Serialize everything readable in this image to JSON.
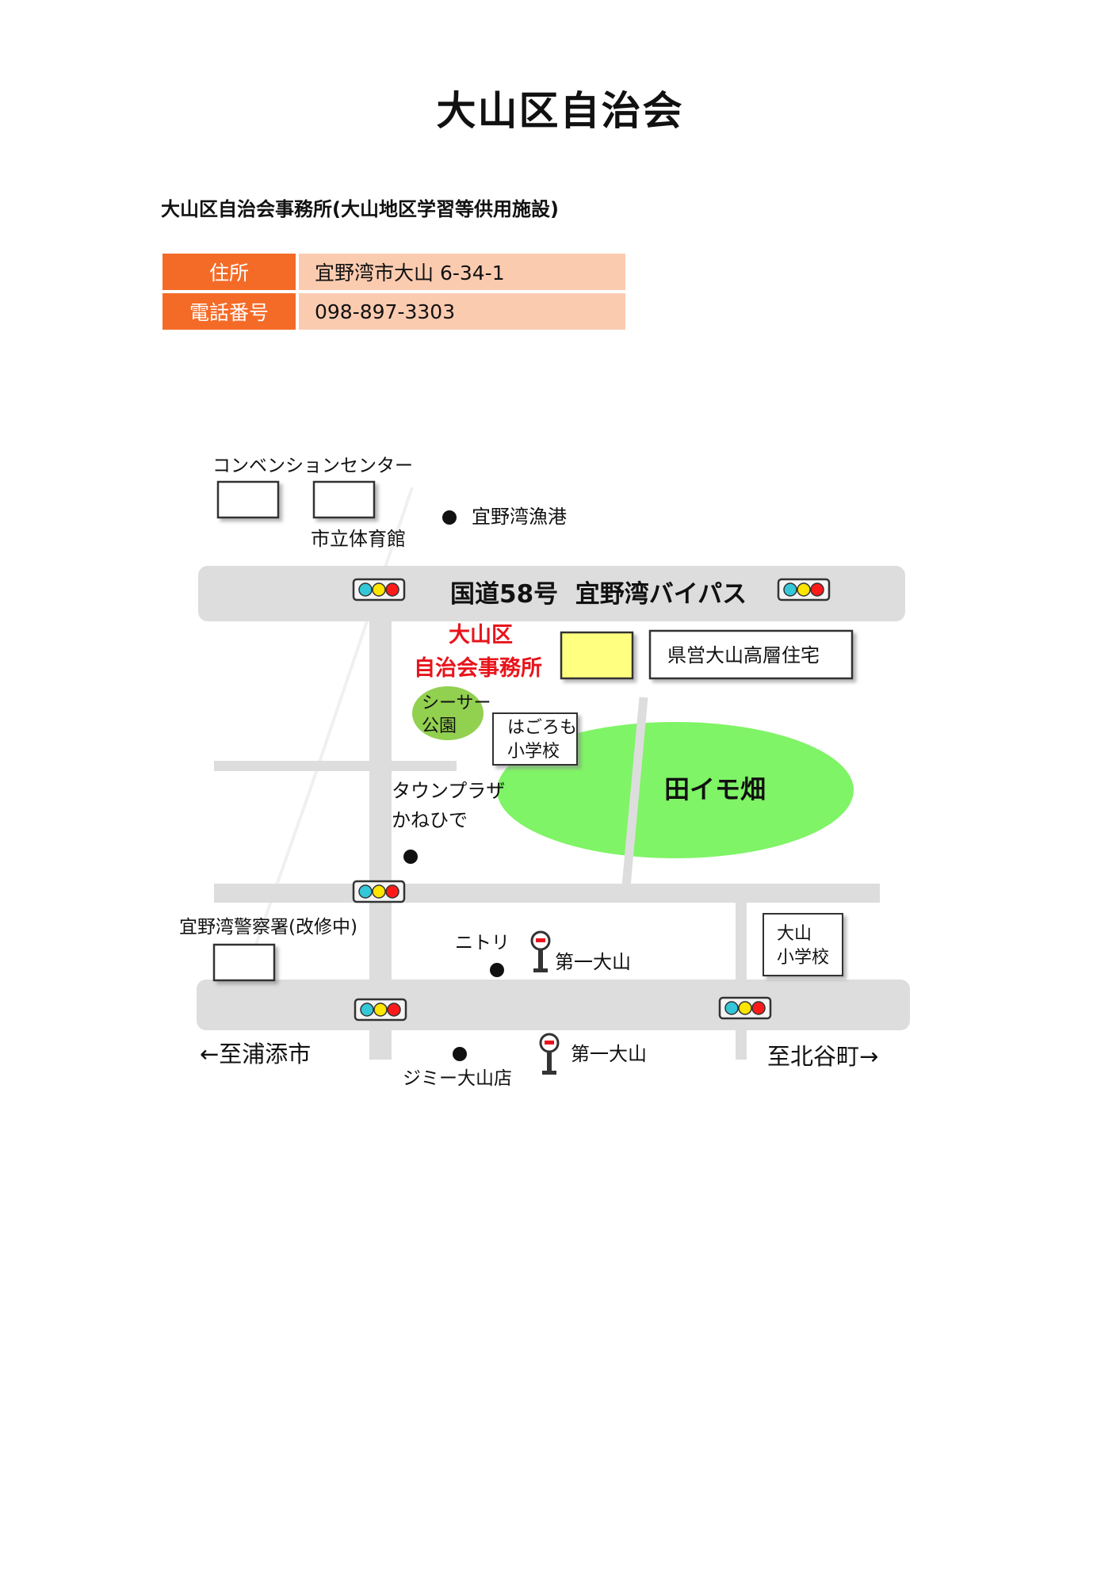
{
  "title": "大山区自治会",
  "subtitle": "大山区自治会事務所(大山地区学習等供用施設)",
  "info": {
    "address_label": "住所",
    "address_value": "宜野湾市大山 6-34-1",
    "phone_label": "電話番号",
    "phone_value": "098-897-3303"
  },
  "map": {
    "convention_center": "コンベンションセンター",
    "city_gym": "市立体育館",
    "fishing_port": "宜野湾漁港",
    "route58": "国道58号  宜野湾バイパス",
    "office_line1": "大山区",
    "office_line2": "自治会事務所",
    "prefectural_housing": "県営大山高層住宅",
    "shisa_park_line1": "シーサー",
    "shisa_park_line2": "公園",
    "hagoromo_line1": "はごろも",
    "hagoromo_line2": "小学校",
    "taimo_field": "田イモ畑",
    "town_plaza_line1": "タウンプラザ",
    "town_plaza_line2": "かねひで",
    "police": "宜野湾警察署(改修中)",
    "nitori": "ニトリ",
    "bus_stop_1": "第一大山",
    "oyama_school_line1": "大山",
    "oyama_school_line2": "小学校",
    "to_urasoe": "←至浦添市",
    "jimmy": "ジミー大山店",
    "bus_stop_2": "第一大山",
    "to_chatan": "至北谷町→",
    "colors": {
      "road": "#dddddd",
      "office": "#ffff80",
      "field": "#7ff466",
      "park": "#92d050",
      "office_text": "#e8141b",
      "signal_blue": "#33c8d8",
      "signal_yellow": "#ffe500",
      "signal_red": "#ff1a1a"
    },
    "icons": [
      "traffic-signal-icon",
      "bus-stop-icon",
      "landmark-dot-icon"
    ]
  }
}
